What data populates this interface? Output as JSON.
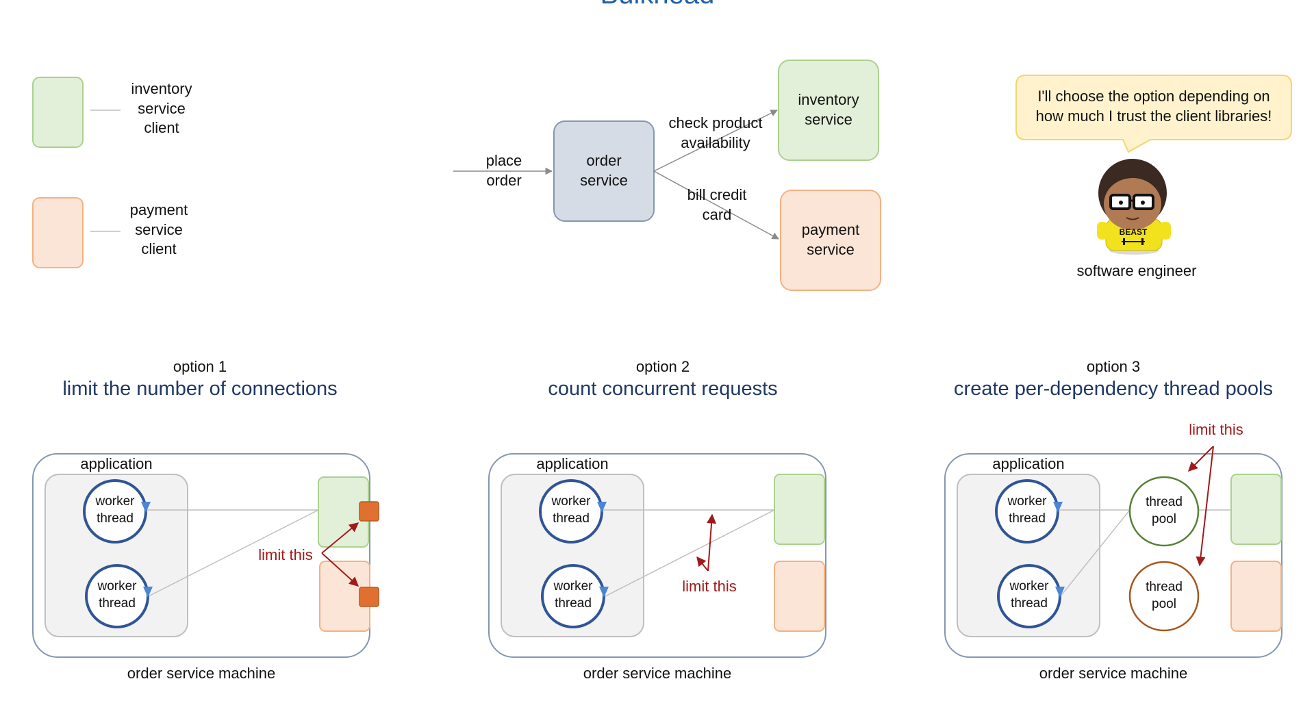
{
  "title": "Bulkhead",
  "legend": {
    "inventory_client": "inventory\nservice\nclient",
    "payment_client": "payment\nservice\nclient"
  },
  "flow": {
    "place_order": "place\norder",
    "order_service": "order\nservice",
    "check_product": "check product\navailability",
    "bill_credit": "bill credit\ncard",
    "inventory_service": "inventory\nservice",
    "payment_service": "payment\nservice"
  },
  "engineer": {
    "speech": "I'll choose the option depending on\nhow much I trust the client libraries!",
    "caption": "software engineer",
    "shirt_text": "BEAST"
  },
  "options": [
    {
      "number_label": "option 1",
      "heading": "limit the number of connections",
      "app_label": "application",
      "machine_label": "order service machine",
      "limit_label": "limit this",
      "worker_label": "worker\nthread"
    },
    {
      "number_label": "option 2",
      "heading": "count concurrent requests",
      "app_label": "application",
      "machine_label": "order service machine",
      "limit_label": "limit this",
      "worker_label": "worker\nthread"
    },
    {
      "number_label": "option 3",
      "heading": "create per-dependency thread pools",
      "app_label": "application",
      "machine_label": "order service machine",
      "limit_label": "limit this",
      "worker_label": "worker\nthread",
      "pool_label": "thread\npool"
    }
  ],
  "colors": {
    "green_fill": "#e2f0d9",
    "green_stroke": "#a9d18e",
    "orange_fill": "#fbe5d6",
    "orange_stroke": "#f4b183",
    "order_fill": "#d6dce5",
    "order_stroke": "#8497b0",
    "worker_stroke": "#2f5597",
    "connector_fill": "#e07030",
    "limit_red": "#a01a1a",
    "title_blue": "#1f5fa8",
    "heading_navy": "#1f3864"
  }
}
